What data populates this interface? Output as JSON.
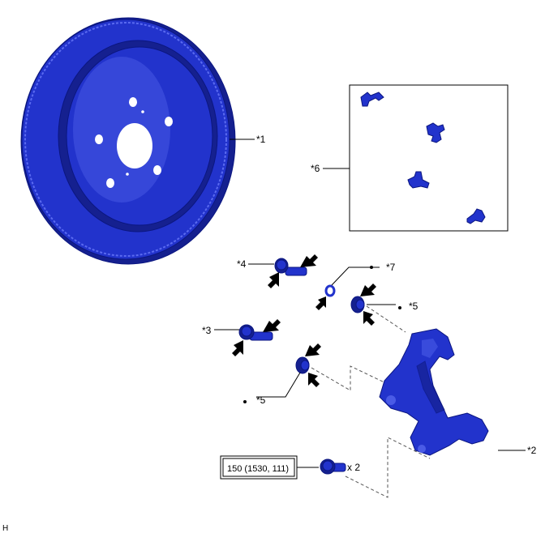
{
  "diagram": {
    "callouts": {
      "c1": "*1",
      "c2": "*2",
      "c3": "*3",
      "c4": "*4",
      "c5a": "*5",
      "c5b": "*5",
      "c6": "*6",
      "c7": "*7"
    },
    "torque": "150 (1530, 111)",
    "quantity": "x 2",
    "corner_mark": "H",
    "colors": {
      "part": "#2233cc",
      "part_outline": "#0b1680"
    }
  }
}
